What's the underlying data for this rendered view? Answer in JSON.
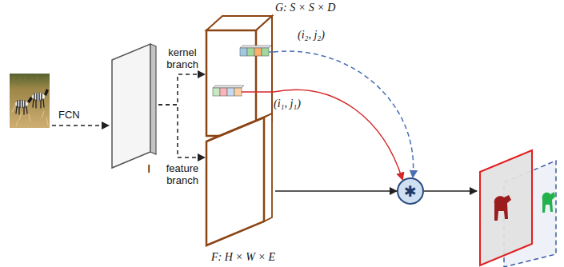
{
  "diagram": {
    "nodes": [
      {
        "text": [
          "I"
        ]
      },
      {
        "text": [
          "G: S × S × D"
        ]
      },
      {
        "text": [
          "F: H × W × E"
        ]
      },
      {
        "text": [
          "✱"
        ]
      }
    ],
    "edges": [
      {
        "from": 0,
        "to": 1,
        "arrow": "to",
        "label": "kernel branch"
      },
      {
        "from": 0,
        "to": 2,
        "arrow": "to",
        "label": "feature branch"
      },
      {
        "from": 1,
        "to": 3,
        "arrow": "to",
        "label": "(i₁, j₁)"
      },
      {
        "from": 1,
        "to": 3,
        "arrow": "to",
        "label": "(i₂, j₂)"
      },
      {
        "from": 2,
        "to": 3,
        "arrow": "to"
      }
    ],
    "labels": [
      "FCN"
    ]
  }
}
